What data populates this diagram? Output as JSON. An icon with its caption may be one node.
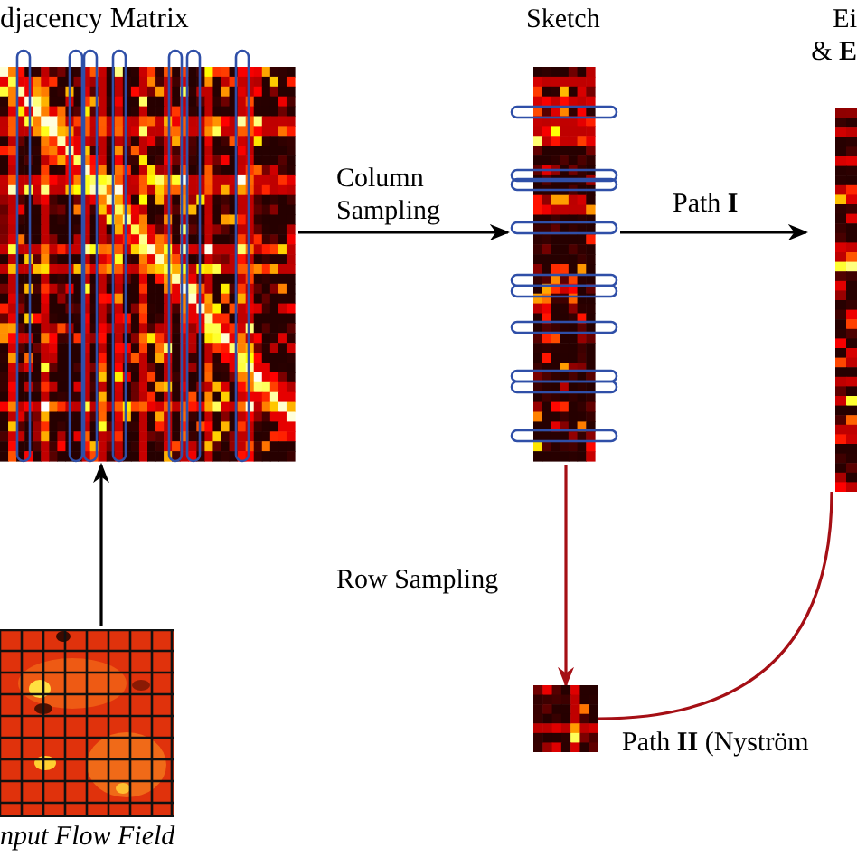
{
  "diagram": {
    "nodes": [
      {
        "text": [
          "djacency Matrix"
        ]
      },
      {
        "text": [
          "Sketch"
        ]
      },
      {
        "text": [
          "Ei & **E**"
        ]
      },
      {
        "text": [
          "nput Flow Field"
        ]
      },
      {
        "text": [],
        "shape": "picture"
      }
    ],
    "edges": [
      {
        "from": 0,
        "to": 1,
        "arrow": "to",
        "label": "Column Sampling"
      },
      {
        "from": 1,
        "to": 2,
        "arrow": "to",
        "label": "Path **I**"
      },
      {
        "from": 3,
        "to": 0,
        "arrow": "to"
      },
      {
        "from": 1,
        "to": 4,
        "arrow": "to",
        "label": "Row Sampling",
        "color": "#a50f15"
      },
      {
        "from": 4,
        "to": 2,
        "arrow": "none",
        "label": "Path **II** (Nyström",
        "color": "#a50f15"
      }
    ]
  }
}
